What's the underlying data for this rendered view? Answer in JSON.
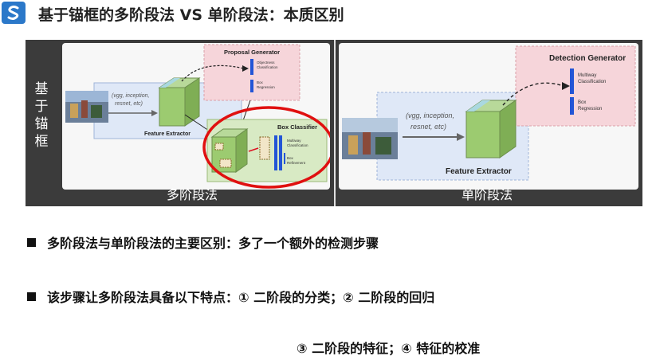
{
  "header": {
    "logo_icon": "s-logo-icon",
    "title": "基于锚框的多阶段法 VS 单阶段法：本质区别"
  },
  "figure": {
    "side_label": [
      "基",
      "于",
      "锚",
      "框"
    ],
    "left": {
      "bottom_label": "多阶段法",
      "backbone_text": [
        "(vgg, inception,",
        "resnet, etc)"
      ],
      "feature_extractor": "Feature Extractor",
      "proposal_generator": "Proposal Generator",
      "proposal_items": [
        [
          "Objectness",
          "Classification"
        ],
        [
          "Box",
          "Regression"
        ]
      ],
      "box_classifier": "Box Classifier",
      "classifier_items": [
        [
          "Multiway",
          "Classification"
        ],
        [
          "Box",
          "Refinement"
        ]
      ]
    },
    "right": {
      "bottom_label": "单阶段法",
      "backbone_text": [
        "(vgg, inception,",
        "resnet, etc)"
      ],
      "feature_extractor": "Feature Extractor",
      "detection_generator": "Detection Generator",
      "detection_items": [
        [
          "Multiway",
          "Classification"
        ],
        [
          "Box",
          "Regression"
        ]
      ]
    },
    "highlight_color": "#e01010"
  },
  "bullets": [
    "多阶段法与单阶段法的主要区别：多了一个额外的检测步骤",
    "该步骤让多阶段法具备以下特点：① 二阶段的分类；② 二阶段的回归",
    "③ 二阶段的特征；④ 特征的校准"
  ]
}
